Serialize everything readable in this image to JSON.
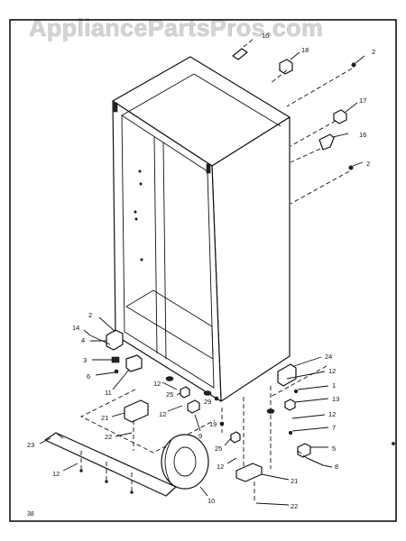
{
  "watermark": "AppliancePartsPros.com",
  "page_number": "38",
  "callouts": {
    "c10_top": "10",
    "c18": "18",
    "c2_a": "2",
    "c17": "17",
    "c16": "16",
    "c2_b": "2",
    "c2_c": "2",
    "c14": "14",
    "c4": "4",
    "c3": "3",
    "c6": "6",
    "c11": "11",
    "c24": "24",
    "c12_a": "12",
    "c1": "1",
    "c13": "13",
    "c12_b": "12",
    "c7": "7",
    "c5": "5",
    "c8": "8",
    "c29": "29",
    "c25_a": "25",
    "c9": "9",
    "c12_c": "12",
    "c12_d": "12",
    "c19": "19",
    "c25_b": "25",
    "c21_a": "21",
    "c22_a": "22",
    "c23": "23",
    "c12_e": "12",
    "c10_bottom": "10",
    "c12_f": "12",
    "c21_b": "21",
    "c22_b": "22"
  }
}
